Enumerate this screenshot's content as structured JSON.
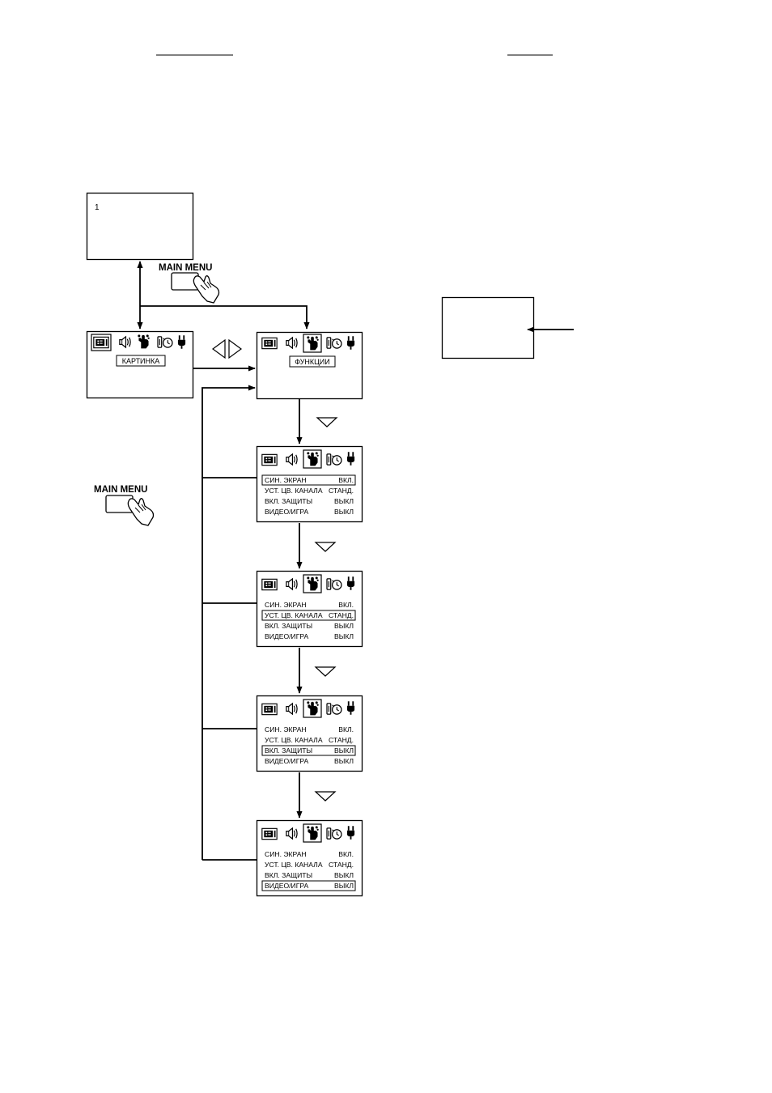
{
  "diagram": {
    "tv_screen_number": "1",
    "main_menu_button_top": {
      "label": "MAIN MENU"
    },
    "main_menu_button_left": {
      "label": "MAIN MENU"
    },
    "tab_picture": "КАРТИНКА",
    "tab_features": "ФУНКЦИИ",
    "submenu_items": [
      {
        "label": "СИН. ЭКРАН",
        "value": "ВКЛ."
      },
      {
        "label": "УСТ. ЦВ. КАНАЛА",
        "value": "СТАНД."
      },
      {
        "label": "ВКЛ. ЗАЩИТЫ",
        "value": "ВЫКЛ"
      },
      {
        "label": "ВИДЕО/ИГРА",
        "value": "ВЫКЛ"
      }
    ],
    "icons": [
      "picture-icon",
      "sound-icon",
      "features-icon",
      "timer-icon",
      "install-icon"
    ],
    "colors": {
      "line": "#000000",
      "background": "#ffffff"
    }
  }
}
